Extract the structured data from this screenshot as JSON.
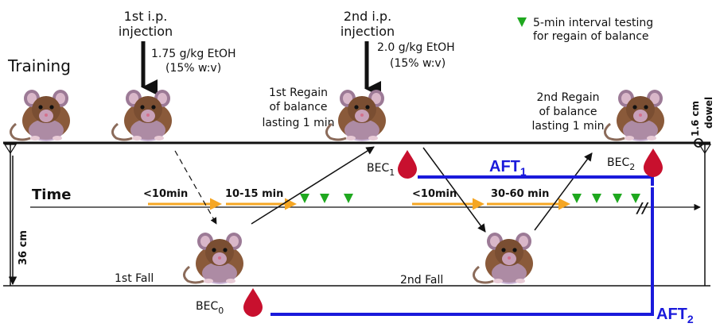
{
  "training_label": "Training",
  "injection1": {
    "line1": "1st i.p.",
    "line2": "injection",
    "dose": "1.75 g/kg EtOH",
    "concentration": "(15% w:v)"
  },
  "injection2": {
    "line1": "2nd i.p.",
    "line2": "injection",
    "dose": "2.0 g/kg EtOH",
    "concentration": "(15% w:v)"
  },
  "legend": {
    "line1": "5-min interval testing",
    "line2": "for regain of balance",
    "marker_color": "#1fa81f"
  },
  "regain1": {
    "line1": "1st Regain",
    "line2": "of balance",
    "line3": "lasting 1 min"
  },
  "regain2": {
    "line1": "2nd Regain",
    "line2": "of balance",
    "line3": "lasting 1 min"
  },
  "dowel": {
    "size": "1.6 cm",
    "label": "dowel"
  },
  "height_label": "36 cm",
  "time_label": "Time",
  "intervals": {
    "i1": "<10min",
    "i2": "10-15 min",
    "i3": "<10min",
    "i4": "30-60 min"
  },
  "bec": {
    "bec0": {
      "base": "BEC",
      "sub": "0"
    },
    "bec1": {
      "base": "BEC",
      "sub": "1"
    },
    "bec2": {
      "base": "BEC",
      "sub": "2"
    },
    "drop_color": "#c8102e"
  },
  "aft1": {
    "base": "AFT",
    "sub": "1"
  },
  "aft2": {
    "base": "AFT",
    "sub": "2"
  },
  "fall1": "1st Fall",
  "fall2": "2nd Fall",
  "colors": {
    "aft_line": "#1a1adb",
    "interval_arrow": "#f5a623",
    "structure": "#111111"
  }
}
